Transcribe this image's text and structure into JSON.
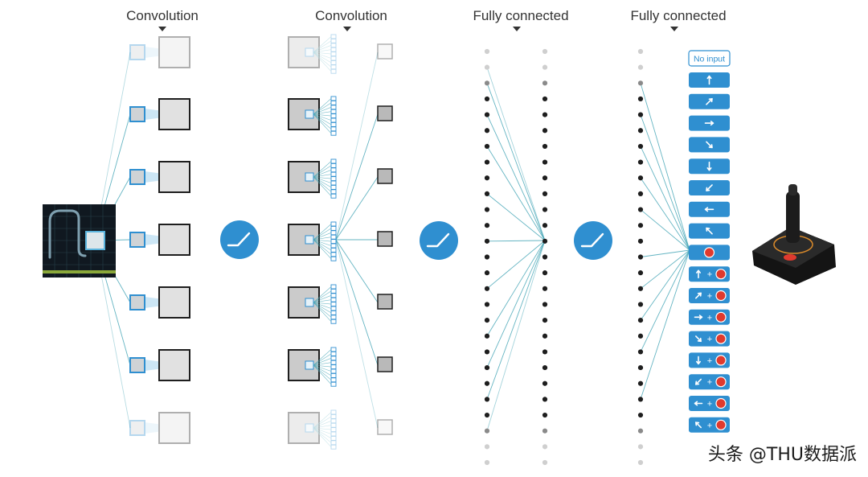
{
  "stage_labels": {
    "conv1": "Convolution",
    "conv2": "Convolution",
    "fc1": "Fully connected",
    "fc2": "Fully connected"
  },
  "actions": {
    "no_input_label": "No input",
    "plus": "+",
    "items": [
      {
        "dir": "up",
        "fire": false
      },
      {
        "dir": "up-right",
        "fire": false
      },
      {
        "dir": "right",
        "fire": false
      },
      {
        "dir": "down-right",
        "fire": false
      },
      {
        "dir": "down",
        "fire": false
      },
      {
        "dir": "down-left",
        "fire": false
      },
      {
        "dir": "left",
        "fire": false
      },
      {
        "dir": "up-left",
        "fire": false
      },
      {
        "dir": "none",
        "fire": true
      },
      {
        "dir": "up",
        "fire": true
      },
      {
        "dir": "up-right",
        "fire": true
      },
      {
        "dir": "right",
        "fire": true
      },
      {
        "dir": "down-right",
        "fire": true
      },
      {
        "dir": "down",
        "fire": true
      },
      {
        "dir": "down-left",
        "fire": true
      },
      {
        "dir": "left",
        "fire": true
      },
      {
        "dir": "up-left",
        "fire": true
      }
    ]
  },
  "icons": {
    "activation": "relu-icon",
    "controller": "joystick-icon",
    "fire": "fire-button-icon"
  },
  "colors": {
    "accent_blue": "#2f8fd0",
    "light_blue": "#bfe0f2",
    "line_teal": "#4aa8b8",
    "node_dark": "#1e1e1e",
    "fire_red": "#e03a2e"
  },
  "watermark": "头条 @THU数据派"
}
